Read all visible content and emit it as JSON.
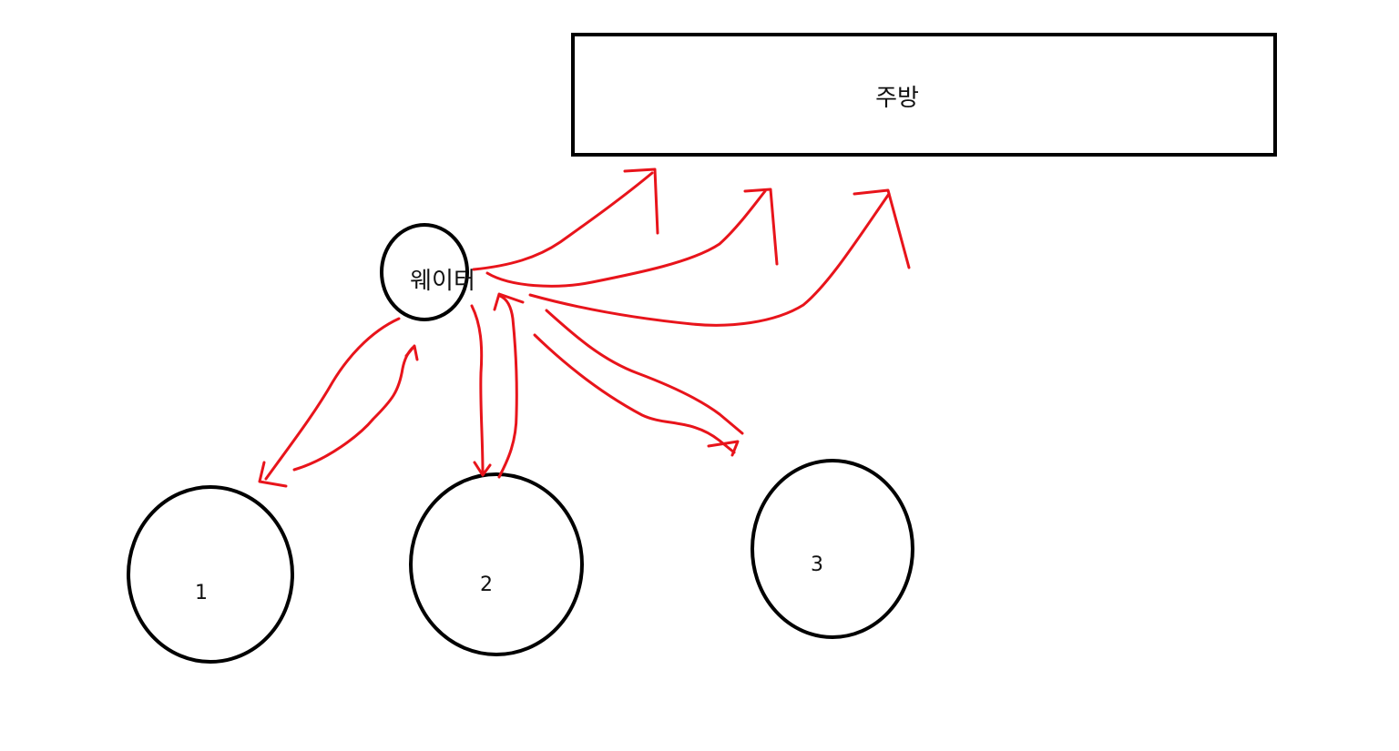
{
  "diagram": {
    "kitchen": {
      "label": "주방"
    },
    "waiter": {
      "label": "웨이터"
    },
    "tables": [
      {
        "label": "1"
      },
      {
        "label": "2"
      },
      {
        "label": "3"
      }
    ],
    "colors": {
      "arrow": "#e8141b",
      "outline": "#000000",
      "background": "#ffffff"
    }
  }
}
